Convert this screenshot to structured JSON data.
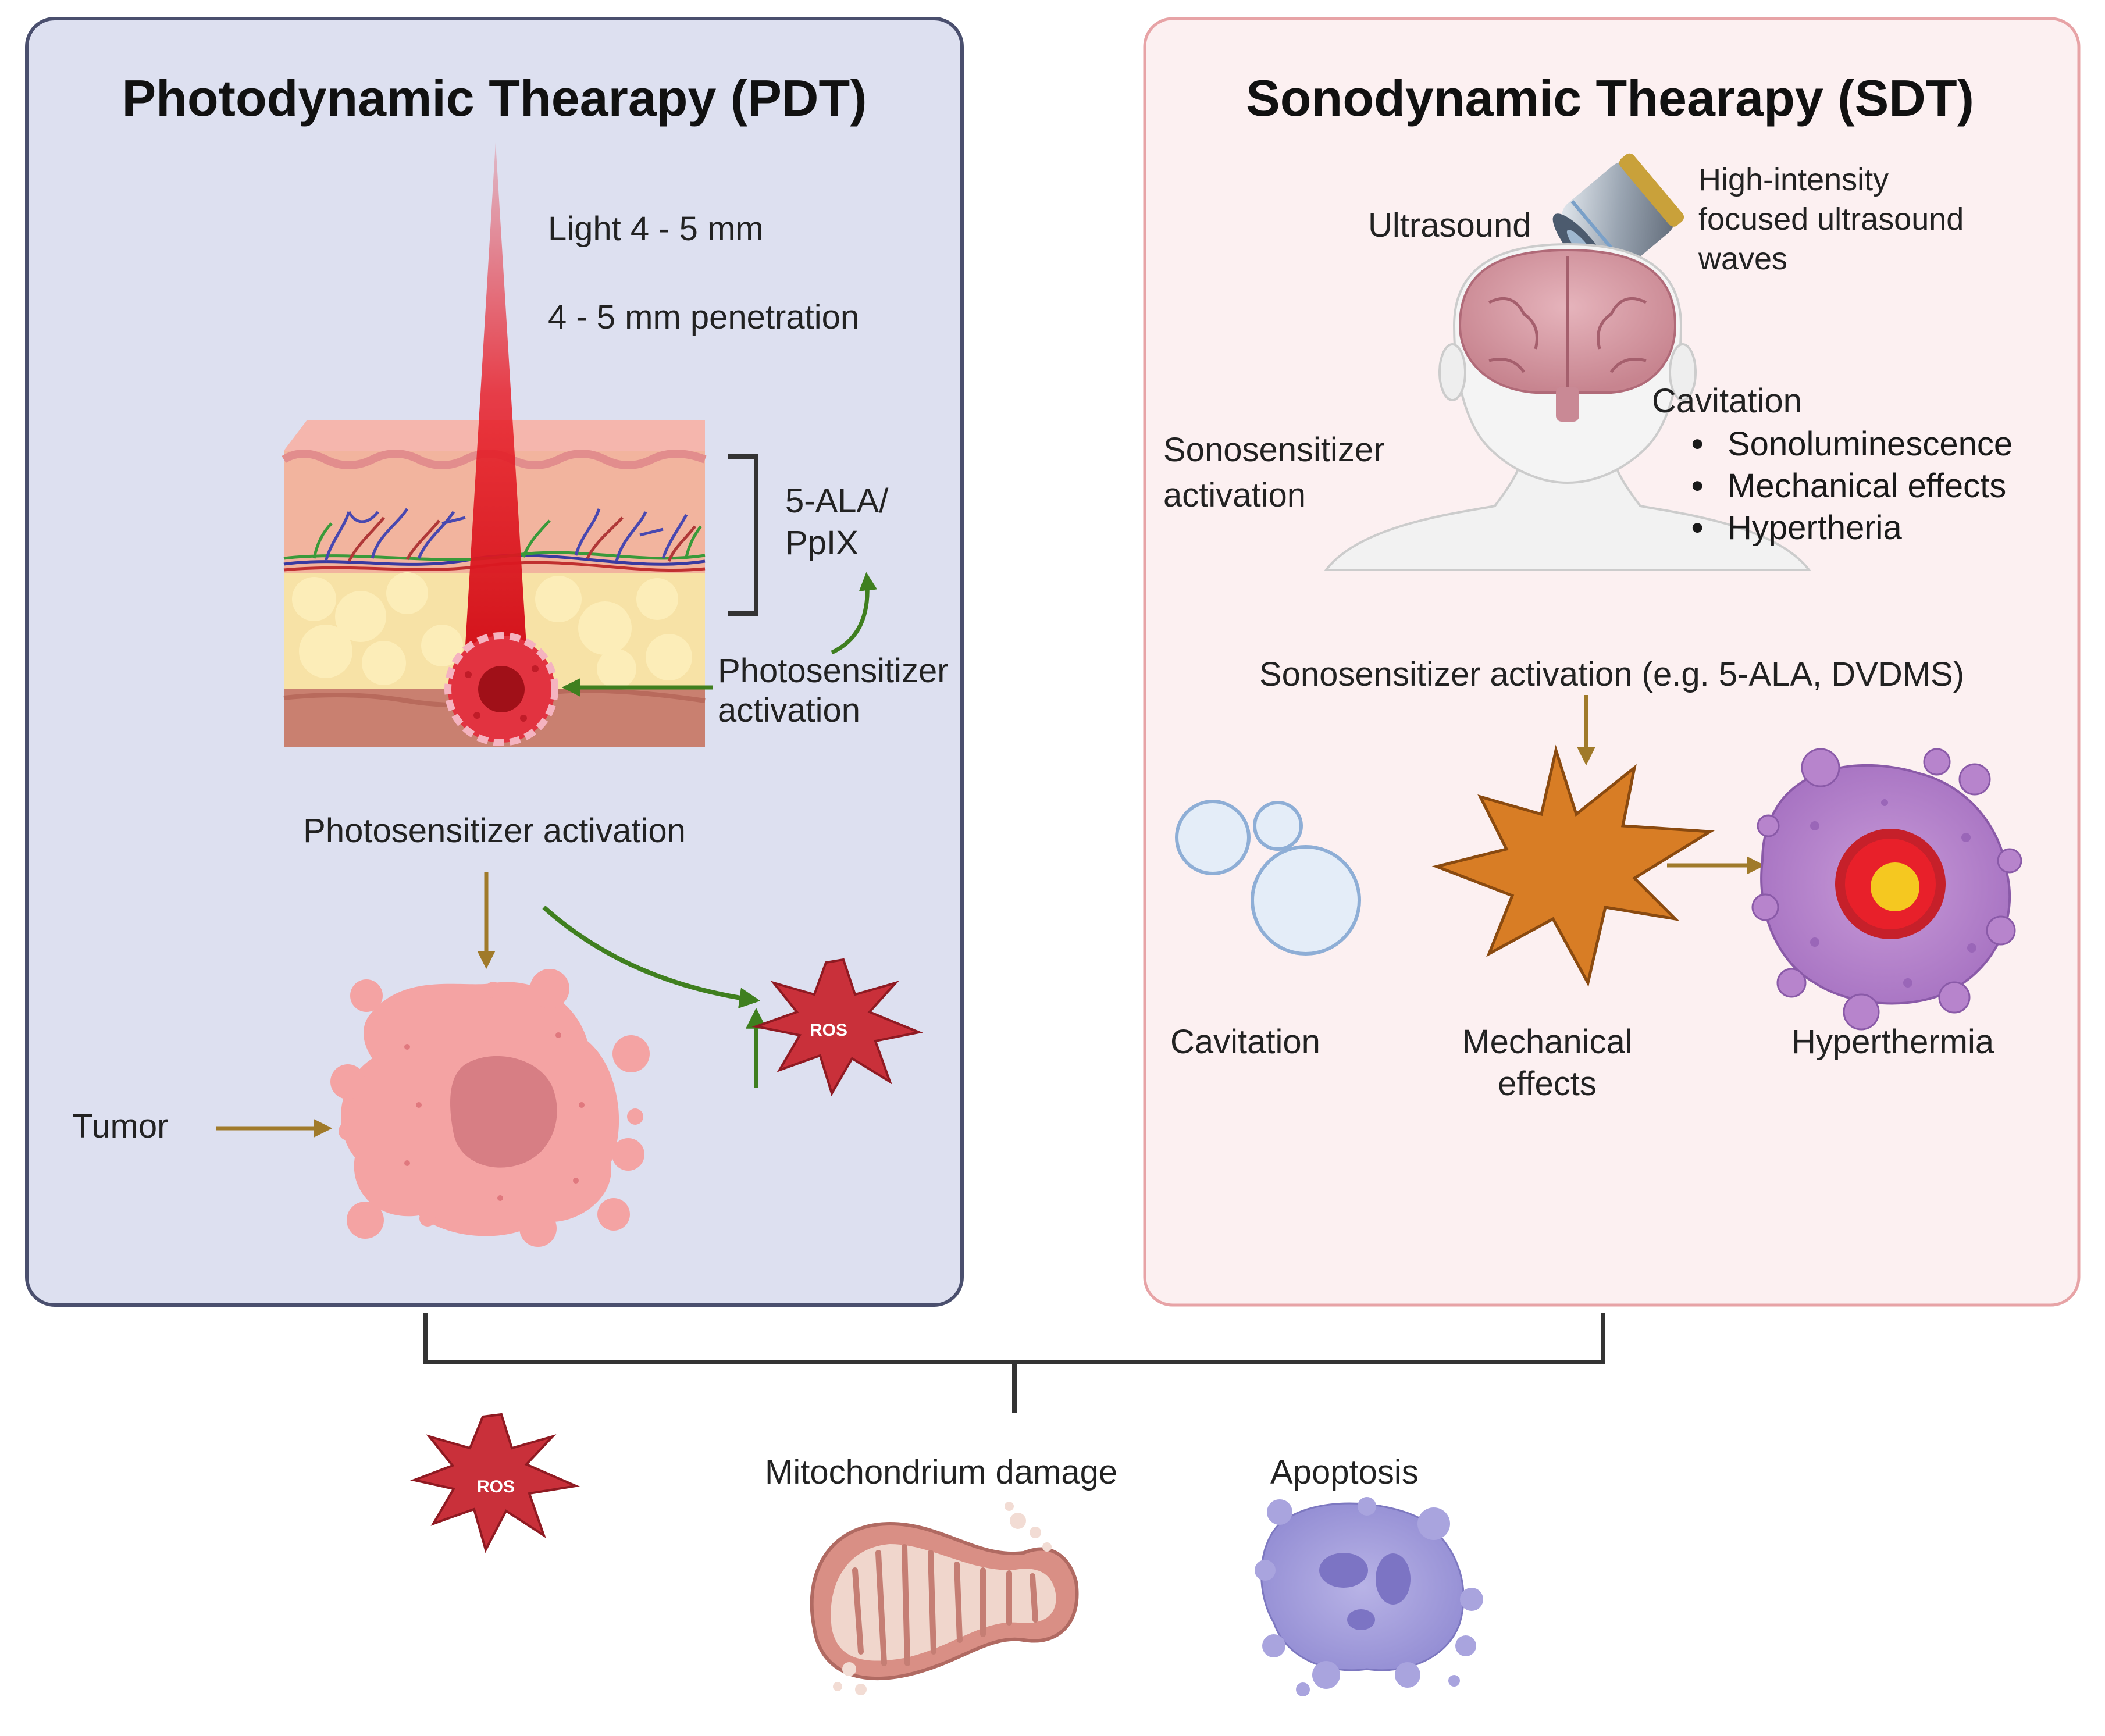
{
  "pdt": {
    "title": "Photodynamic Thearapy (PDT)",
    "light": "Light 4 - 5 mm",
    "penetration": "4 - 5 mm penetration",
    "ala": [
      "5-ALA/",
      "PpIX"
    ],
    "ps_side": [
      "Photosensitizer",
      "activation"
    ],
    "ps_main": "Photosensitizer activation",
    "tumor": "Tumor",
    "ros": "ROS"
  },
  "sdt": {
    "title": "Sonodynamic Thearapy (SDT)",
    "ultrasound": "Ultrasound",
    "hifu": [
      "High-intensity",
      "focused ultrasound",
      "waves"
    ],
    "sono_side": [
      "Sonosensitizer",
      "activation"
    ],
    "cavitation_head": "Cavitation",
    "cavitation_items": [
      "Sonoluminescence",
      "Mechanical effects",
      "Hypertheria"
    ],
    "sono_main": "Sonosensitizer activation (e.g. 5-ALA, DVDMS)",
    "cavitation": "Cavitation",
    "mechanical": [
      "Mechanical",
      "effects"
    ],
    "hyperthermia": "Hyperthermia"
  },
  "bottom": {
    "ros": "ROS",
    "mito": "Mitochondrium damage",
    "apoptosis": "Apoptosis"
  },
  "colors": {
    "pdt_panel": "#dde0f0",
    "sdt_panel": "#fcf0f1",
    "arrow_gold": "#a07a2a",
    "arrow_green": "#3f7f1f",
    "ros_red": "#c9303a"
  }
}
